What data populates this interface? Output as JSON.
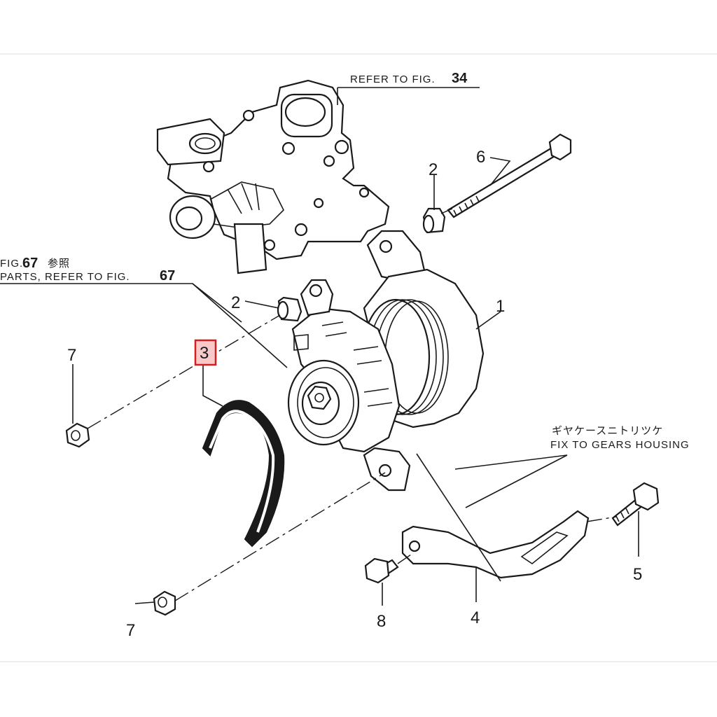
{
  "labels": {
    "refer_fig34_text": "REFER TO FIG.",
    "refer_fig34_num": "34",
    "fig67_left_text": "FIG.",
    "fig67_left_num": "67",
    "fig67_left_suffix": "参照",
    "parts_refer_text": "PARTS, REFER TO FIG.",
    "parts_refer_num": "67",
    "gears_housing_jp": "ギヤケースニトリツケ",
    "gears_housing_en": "FIX TO GEARS HOUSING"
  },
  "callouts": {
    "c1": "1",
    "c2a": "2",
    "c2b": "2",
    "c3": "3",
    "c4": "4",
    "c5": "5",
    "c6": "6",
    "c7a": "7",
    "c7b": "7",
    "c8": "8"
  },
  "highlight": {
    "callout": "3",
    "stroke_color": "#d21e1e",
    "fill_color": "#f7c9c9"
  }
}
